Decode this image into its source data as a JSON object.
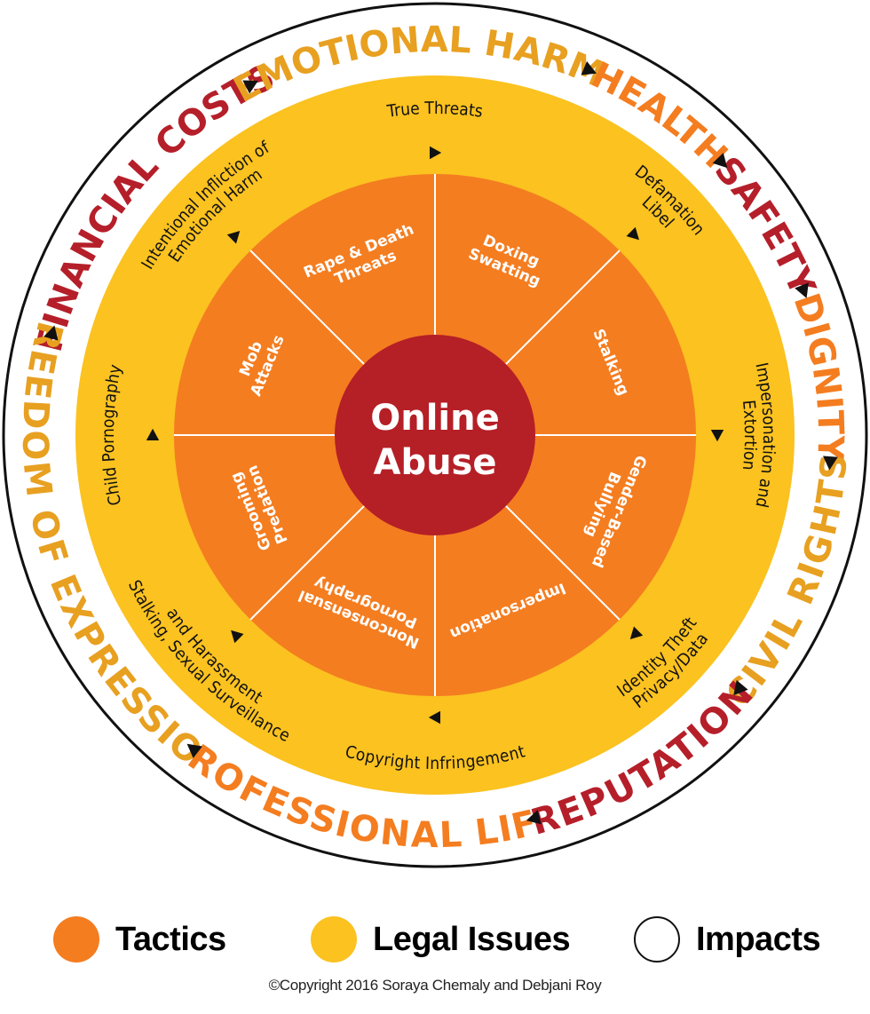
{
  "title": "Online Abuse",
  "colors": {
    "center": "#B51F26",
    "tactics": "#F47D20",
    "legal": "#FBC220",
    "impact_red": "#B51F2A",
    "impact_gold": "#E8A021",
    "impact_orange": "#F47D20",
    "outline": "#111111"
  },
  "center": {
    "line1": "Online",
    "line2": "Abuse"
  },
  "tactics": [
    {
      "angle": -22.5,
      "lines": [
        "Rape & Death",
        "Threats"
      ]
    },
    {
      "angle": 22.5,
      "lines": [
        "Doxing",
        "Swatting"
      ]
    },
    {
      "angle": 67.5,
      "lines": [
        "Stalking"
      ]
    },
    {
      "angle": 112.5,
      "lines": [
        "Gender-Based",
        "Bullying"
      ]
    },
    {
      "angle": 157.5,
      "lines": [
        "Impersonation"
      ]
    },
    {
      "angle": 202.5,
      "lines": [
        "Nonconsensual",
        "Pornography"
      ]
    },
    {
      "angle": 247.5,
      "lines": [
        "Grooming",
        "Predation"
      ]
    },
    {
      "angle": 292.5,
      "lines": [
        "Mob",
        "Attacks"
      ]
    }
  ],
  "legal_issues": [
    {
      "angle": 0,
      "lines": [
        "True Threats"
      ]
    },
    {
      "angle": 45,
      "lines": [
        "Defamation",
        "Libel"
      ]
    },
    {
      "angle": 90,
      "lines": [
        "Impersonation and",
        "Extortion"
      ]
    },
    {
      "angle": 135,
      "lines": [
        "Privacy/Data",
        "Identity Theft"
      ]
    },
    {
      "angle": 180,
      "lines": [
        "Copyright Infringement"
      ]
    },
    {
      "angle": 225,
      "lines": [
        "Stalking, Sexual Surveillance",
        "and Harassment"
      ]
    },
    {
      "angle": 270,
      "lines": [
        "Child Pornography"
      ]
    },
    {
      "angle": 315,
      "lines": [
        "Intentional Infliction of",
        "Emotional Harm"
      ]
    }
  ],
  "impacts": [
    {
      "label": "FINANCIAL COSTS",
      "color": "#B51F2A",
      "start": -73,
      "end": -29
    },
    {
      "label": "EMOTIONAL HARM",
      "color": "#E8A021",
      "start": -26,
      "end": 21
    },
    {
      "label": "HEALTH",
      "color": "#F47D20",
      "start": 25,
      "end": 45
    },
    {
      "label": "SAFETY",
      "color": "#B51F2A",
      "start": 48.5,
      "end": 67
    },
    {
      "label": "DIGNITY",
      "color": "#F47D20",
      "start": 71,
      "end": 92
    },
    {
      "label": "CIVIL RIGHTS",
      "color": "#E8A021",
      "start": 96.5,
      "end": 128
    },
    {
      "label": "REPUTATION",
      "color": "#B51F2A",
      "start": 132,
      "end": 163
    },
    {
      "label": "PROFESSIONAL LIFE",
      "color": "#F47D20",
      "start": 168,
      "end": 215
    },
    {
      "label": "FREEDOM OF EXPRESSION",
      "color": "#E8A021",
      "start": 220,
      "end": 282
    }
  ],
  "impact_arrows": [
    -75,
    -27.6,
    23,
    46.5,
    68.7,
    94,
    130,
    165.6,
    217.7
  ],
  "legend": {
    "items": [
      {
        "label": "Tactics",
        "swatch": "#F47D20",
        "outline": false
      },
      {
        "label": "Legal Issues",
        "swatch": "#FBC220",
        "outline": false
      },
      {
        "label": "Impacts",
        "swatch": "#FFFFFF",
        "outline": true
      }
    ]
  },
  "copyright": "©Copyright 2016  Soraya Chemaly and Debjani Roy"
}
